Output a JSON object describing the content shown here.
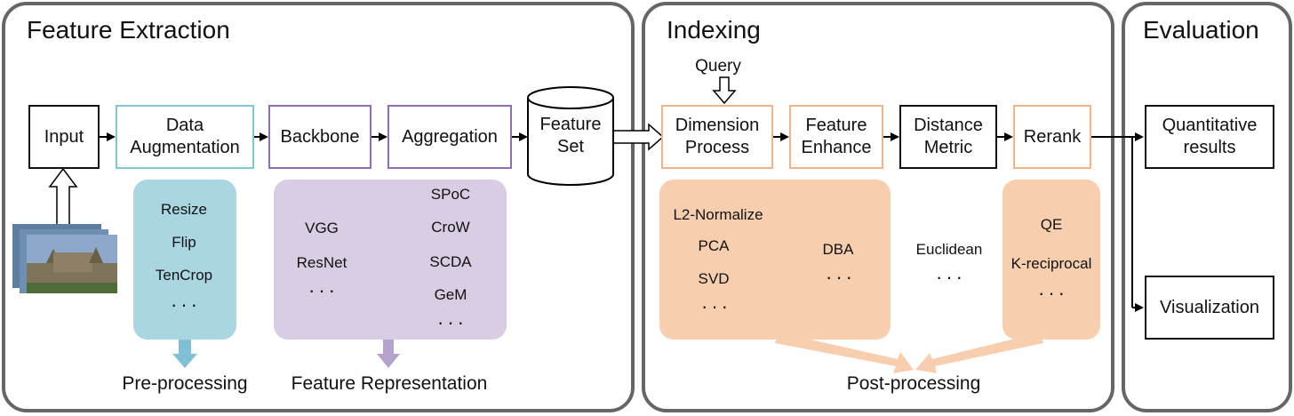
{
  "panels": {
    "extraction_title": "Feature Extraction",
    "indexing_title": "Indexing",
    "evaluation_title": "Evaluation"
  },
  "extraction": {
    "input": "Input",
    "augmentation": "Data\nAugmentation",
    "backbone": "Backbone",
    "aggregation": "Aggregation",
    "feature_set": "Feature\nSet",
    "preproc_items": [
      "Resize",
      "Flip",
      "TenCrop"
    ],
    "preproc_dots": "···",
    "backbone_items": [
      "VGG",
      "ResNet"
    ],
    "backbone_dots": "···",
    "aggregation_items": [
      "SPoC",
      "CroW",
      "SCDA",
      "GeM"
    ],
    "aggregation_dots": "···",
    "preproc_label": "Pre-processing",
    "representation_label": "Feature Representation"
  },
  "indexing": {
    "query": "Query",
    "dimension": "Dimension\nProcess",
    "enhance": "Feature\nEnhance",
    "distance": "Distance\nMetric",
    "rerank": "Rerank",
    "dim_items": [
      "L2-Normalize",
      "PCA",
      "SVD"
    ],
    "dim_dots": "···",
    "enhance_item": "DBA",
    "enhance_dots": "···",
    "distance_item": "Euclidean",
    "distance_dots": "···",
    "rerank_items": [
      "QE",
      "K-reciprocal"
    ],
    "rerank_dots": "···",
    "postproc_label": "Post-processing"
  },
  "evaluation": {
    "quantitative": "Quantitative\nresults",
    "visualization": "Visualization"
  },
  "colors": {
    "panel_border": "#666666",
    "teal": "#7fc8d4",
    "blue_fill": "#aad6e2",
    "purple": "#8e6fb0",
    "purple_fill": "#d8cde3",
    "orange": "#f2b38a",
    "orange_fill": "#f7cfae"
  }
}
